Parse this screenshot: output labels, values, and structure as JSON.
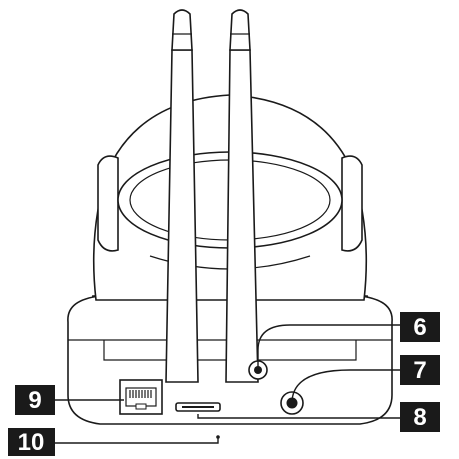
{
  "diagram": {
    "callouts": [
      {
        "id": "c6",
        "label": "6"
      },
      {
        "id": "c7",
        "label": "7"
      },
      {
        "id": "c8",
        "label": "8"
      },
      {
        "id": "c9",
        "label": "9"
      },
      {
        "id": "c10",
        "label": "10"
      }
    ],
    "colors": {
      "ink": "#1a1a1a",
      "background": "#ffffff",
      "callout_fill": "#1a1a1a",
      "callout_text": "#ffffff"
    }
  }
}
